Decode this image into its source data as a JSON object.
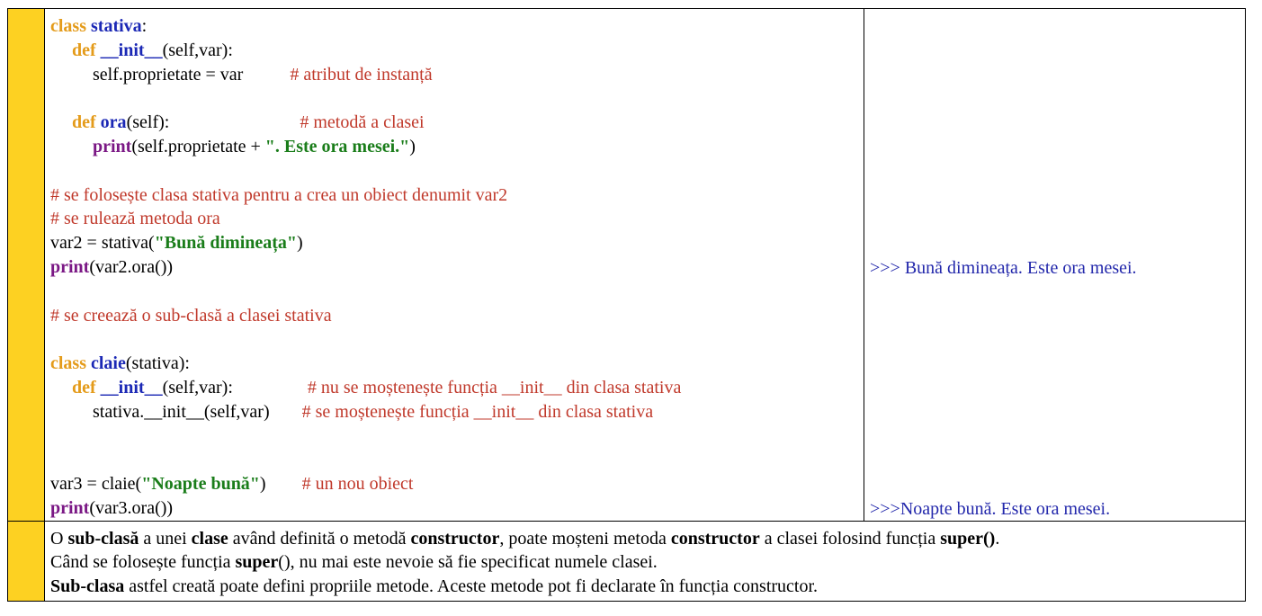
{
  "code": {
    "l1": {
      "kw": "class",
      "name": "stativa",
      "rest": ":"
    },
    "l2": {
      "kw": "def",
      "name": "__init__",
      "rest": "(self,var):"
    },
    "l3": {
      "code": "self.proprietate = var",
      "comment": "# atribut de instanță"
    },
    "l5": {
      "kw": "def",
      "name": "ora",
      "rest": "(self):",
      "comment": "# metodă a clasei"
    },
    "l6": {
      "fn": "print",
      "pre": "(self.proprietate + ",
      "str": "\". Este ora mesei.\"",
      "post": ")"
    },
    "l8": {
      "comment": "# se folosește clasa stativa pentru a crea un obiect denumit var2"
    },
    "l9": {
      "comment": "# se rulează metoda ora"
    },
    "l10": {
      "pre": "var2 = stativa(",
      "str": "\"Bună dimineața\"",
      "post": ")"
    },
    "l11": {
      "fn": "print",
      "rest": "(var2.ora())"
    },
    "l13": {
      "comment": "# se creează o sub-clasă a clasei stativa"
    },
    "l15": {
      "kw": "class",
      "name": "claie",
      "rest": "(stativa):"
    },
    "l16": {
      "kw": "def",
      "name": "__init__",
      "rest": "(self,var):",
      "comment": "# nu se moștenește funcția __init__ din clasa stativa"
    },
    "l17": {
      "code": "stativa.__init__(self,var)",
      "comment": "# se moștenește funcția __init__ din clasa stativa"
    },
    "l20": {
      "pre": "var3 = claie(",
      "str": "\"Noapte bună\"",
      "post": ")",
      "comment": "# un nou obiect"
    },
    "l21": {
      "fn": "print",
      "rest": "(var3.ora())"
    }
  },
  "output": {
    "line1": ">>> Bună dimineața. Este ora mesei.",
    "line2": ">>>Noapte bună. Este ora mesei."
  },
  "explanation": {
    "p1": {
      "a": "O ",
      "b1": "sub-clasă",
      "c": " a unei ",
      "b2": "clase",
      "d": " având definită o metodă ",
      "b3": "constructor",
      "e": ", poate moșteni metoda ",
      "b4": "constructor",
      "f": " a clasei folosind funcția ",
      "b5": "super()",
      "g": "."
    },
    "p2": {
      "a": "Când se folosește funcția ",
      "b1": "super",
      "c": "(), nu mai este nevoie să fie specificat numele clasei."
    },
    "p3": {
      "b1": "Sub-clasa",
      "a": " astfel creată poate defini propriile metode. Aceste metode pot fi declarate în funcția constructor."
    }
  },
  "colors": {
    "gutter": "#fdd122",
    "keyword": "#e49b1a",
    "name": "#1b28b5",
    "print": "#7b1885",
    "string": "#1a7d1a",
    "comment": "#c0392b",
    "output": "#2227ab"
  }
}
